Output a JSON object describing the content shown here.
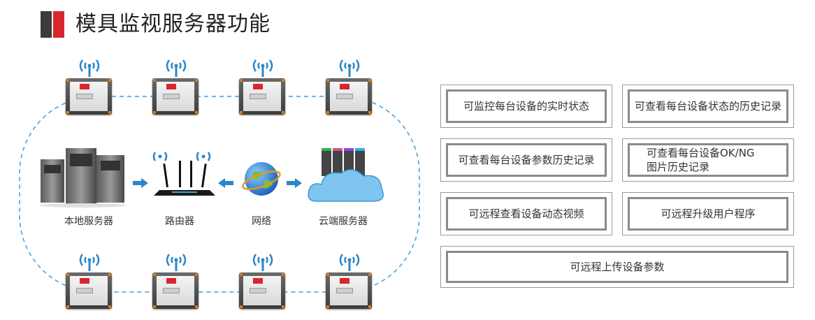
{
  "title": "模具监视服务器功能",
  "colors": {
    "accent_red": "#d9262e",
    "dark_gray": "#3b3b3b",
    "link_blue": "#3aa0dc"
  },
  "nodes": {
    "local_server": "本地服务器",
    "router": "路由器",
    "network": "网络",
    "cloud_server": "云端服务器"
  },
  "devices_top": [
    "monitor-device",
    "monitor-device",
    "monitor-device",
    "monitor-device"
  ],
  "devices_bottom": [
    "monitor-device",
    "monitor-device",
    "monitor-device",
    "monitor-device"
  ],
  "features": [
    {
      "text": "可监控每台设备的实时状态"
    },
    {
      "text": "可查看每台设备状态的历史记录"
    },
    {
      "text": "可查看每台设备参数历史记录"
    },
    {
      "line1": "可查看每台设备OK/NG",
      "line2": "图片历史记录"
    },
    {
      "text": "可远程查看设备动态视频"
    },
    {
      "text": "可远程升级用户程序"
    },
    {
      "text": "可远程上传设备参数"
    }
  ]
}
